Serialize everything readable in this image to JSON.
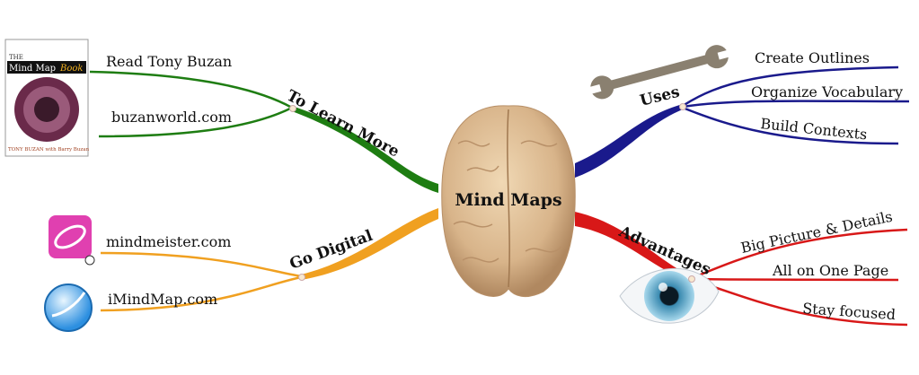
{
  "center": {
    "label": "Mind Maps",
    "icon": "brain-icon"
  },
  "branches": [
    {
      "label": "To Learn More",
      "color": "#1e7d12",
      "icon": "book-icon",
      "book": {
        "title_small": "THE",
        "title": "Mind Map",
        "title_accent": "Book",
        "author": "TONY BUZAN with Barry Buzan"
      },
      "leaves": [
        "Read Tony Buzan",
        "buzanworld.com"
      ]
    },
    {
      "label": "Go Digital",
      "color": "#f0a020",
      "icon": "app-icon",
      "leaves": [
        "mindmeister.com",
        "iMindMap.com"
      ]
    },
    {
      "label": "Uses",
      "color": "#1a1a8c",
      "icon": "wrench-icon",
      "leaves": [
        "Create Outlines",
        "Organize Vocabulary",
        "Build Contexts"
      ]
    },
    {
      "label": "Advantages",
      "color": "#d81818",
      "icon": "eye-icon",
      "leaves": [
        "Big Picture & Details",
        "All on One Page",
        "Stay focused"
      ]
    }
  ]
}
